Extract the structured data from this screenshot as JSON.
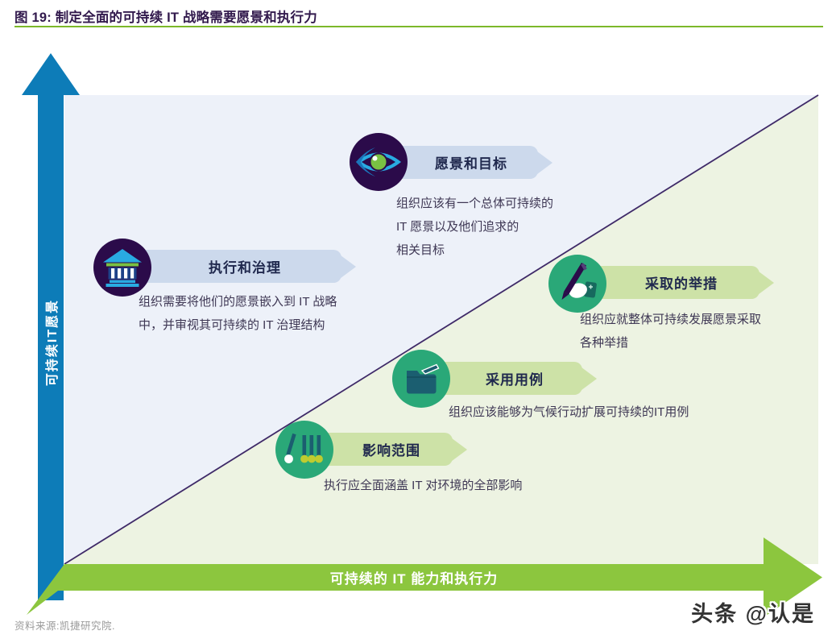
{
  "figure": {
    "title": "图 19: 制定全面的可持续 IT 战略需要愿景和执行力",
    "source": "资料来源:凯捷研究院.",
    "watermark": "头条 @认是"
  },
  "axes": {
    "y_axis_label": "可持续IT愿景",
    "x_axis_label": "可持续的 IT 能力和执行力"
  },
  "items": [
    {
      "label": "愿景和目标",
      "icon": "eye-icon",
      "theme": "blue",
      "desc_lines": [
        "组织应该有一个总体可持续的",
        "IT 愿景以及他们追求的",
        "相关目标"
      ]
    },
    {
      "label": "执行和治理",
      "icon": "bank-icon",
      "theme": "blue",
      "desc_lines": [
        "组织需要将他们的愿景嵌入到 IT 战略",
        "中，并审视其可持续的 IT 治理结构"
      ]
    },
    {
      "label": "采取的举措",
      "icon": "pen-icon",
      "theme": "green",
      "desc_lines": [
        "组织应就整体可持续发展愿景采取",
        "各种举措"
      ]
    },
    {
      "label": "采用用例",
      "icon": "folder-icon",
      "theme": "green",
      "desc_lines": [
        "组织应该能够为气候行动扩展可持续的IT用例"
      ]
    },
    {
      "label": "影响范围",
      "icon": "newton-cradle-icon",
      "theme": "green",
      "desc_lines": [
        "执行应全面涵盖 IT 对环境的全部影响"
      ]
    }
  ],
  "colors": {
    "title": "#321a4d",
    "title_rule": "#7cb82a",
    "y_arrow": "#0d7cb8",
    "x_arrow": "#8cc63e",
    "upper_triangle": "#edf1f9",
    "lower_triangle": "#edf3e2",
    "diagonal_line": "#3f2a68",
    "banner_blue": "#ccd9ec",
    "banner_green": "#cde2a7",
    "badge_purple": "#2b0b4a",
    "badge_green": "#2aa878"
  }
}
